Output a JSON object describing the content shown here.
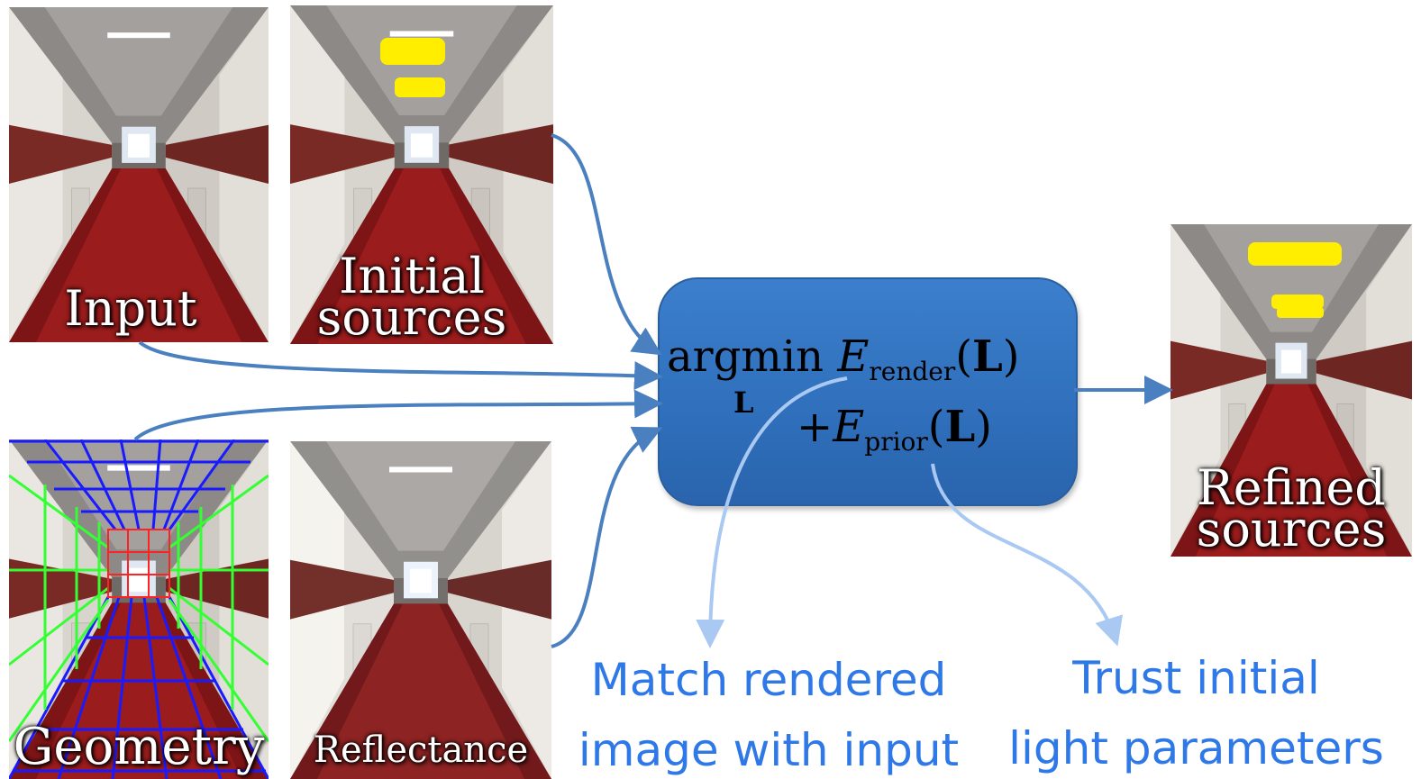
{
  "panels": {
    "input": {
      "label": "Input"
    },
    "initial_sources": {
      "label_line1": "Initial",
      "label_line2": "sources"
    },
    "geometry": {
      "label": "Geometry"
    },
    "reflectance": {
      "label": "Reflectance"
    },
    "refined_sources": {
      "label_line1": "Refined",
      "label_line2": "sources"
    }
  },
  "objective": {
    "argmin": "argmin",
    "argmin_var": "L",
    "render_E": "E",
    "render_sub": "render",
    "render_arg_open": "(",
    "render_arg": "L",
    "render_arg_close": ")",
    "prior_plus": "+",
    "prior_E": "E",
    "prior_sub": "prior",
    "prior_arg_open": "(",
    "prior_arg": "L",
    "prior_arg_close": ")"
  },
  "captions": {
    "render_line1": "Match rendered",
    "render_line2": "image with input",
    "prior_line1": "Trust initial",
    "prior_line2": "light parameters"
  },
  "colors": {
    "box": "#2f6fbb",
    "arrow_dark": "#4a7fc0",
    "arrow_light": "#a9c9f2",
    "caption": "#2e78e8",
    "light_source": "#ffee00",
    "grid_blue": "#1a1aff",
    "grid_green": "#33ff33",
    "grid_red": "#ff2222"
  },
  "icons": {
    "arrowhead": "arrowhead-icon"
  }
}
